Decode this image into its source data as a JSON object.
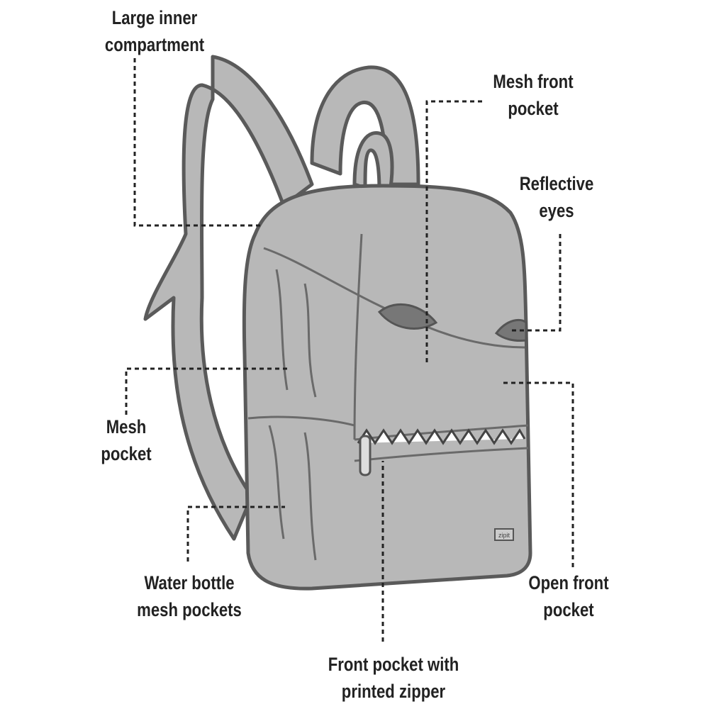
{
  "labels": {
    "large_inner": [
      "Large inner",
      "compartment"
    ],
    "mesh_front": [
      "Mesh front",
      "pocket"
    ],
    "reflective": [
      "Reflective",
      "eyes"
    ],
    "mesh_pocket": [
      "Mesh",
      "pocket"
    ],
    "water_bottle": [
      "Water bottle",
      "mesh pockets"
    ],
    "open_front": [
      "Open front",
      "pocket"
    ],
    "printed_zipper": [
      "Front pocket with",
      "printed zipper"
    ]
  },
  "brand_logo": "zipit",
  "colors": {
    "body": "#bdbdbd",
    "outline": "#5a5a5a",
    "text": "#222222"
  }
}
